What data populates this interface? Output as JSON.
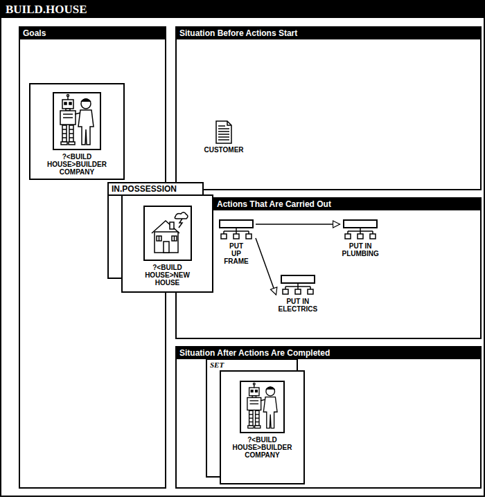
{
  "diagram": {
    "title": "BUILD.HOUSE",
    "nodes": [
      {
        "text": [
          "Goals"
        ]
      },
      {
        "text": [
          "?<BUILD HOUSE>BUILDER COMPANY"
        ],
        "in": 0
      },
      {
        "text": [
          "IN.POSSESSION",
          "?<BUILD HOUSE>NEW HOUSE"
        ]
      },
      {
        "text": [
          "Situation Before Actions Start"
        ]
      },
      {
        "text": [
          "CUSTOMER"
        ],
        "in": 3
      },
      {
        "text": [
          "Actions That Are Carried Out"
        ]
      },
      {
        "text": [
          "PUT UP FRAME"
        ],
        "in": 5
      },
      {
        "text": [
          "PUT IN PLUMBING"
        ],
        "in": 5
      },
      {
        "text": [
          "PUT IN ELECTRICS"
        ],
        "in": 5
      },
      {
        "text": [
          "Situation After Actions Are Completed"
        ]
      },
      {
        "text": [
          "SET"
        ],
        "in": 9
      },
      {
        "text": [
          "?<BUILD HOUSE>BUILDER COMPANY"
        ],
        "in": 10
      }
    ],
    "edges": [
      {
        "from": 6,
        "to": 7,
        "arrow": "to"
      },
      {
        "from": 6,
        "to": 8,
        "arrow": "to"
      }
    ]
  }
}
